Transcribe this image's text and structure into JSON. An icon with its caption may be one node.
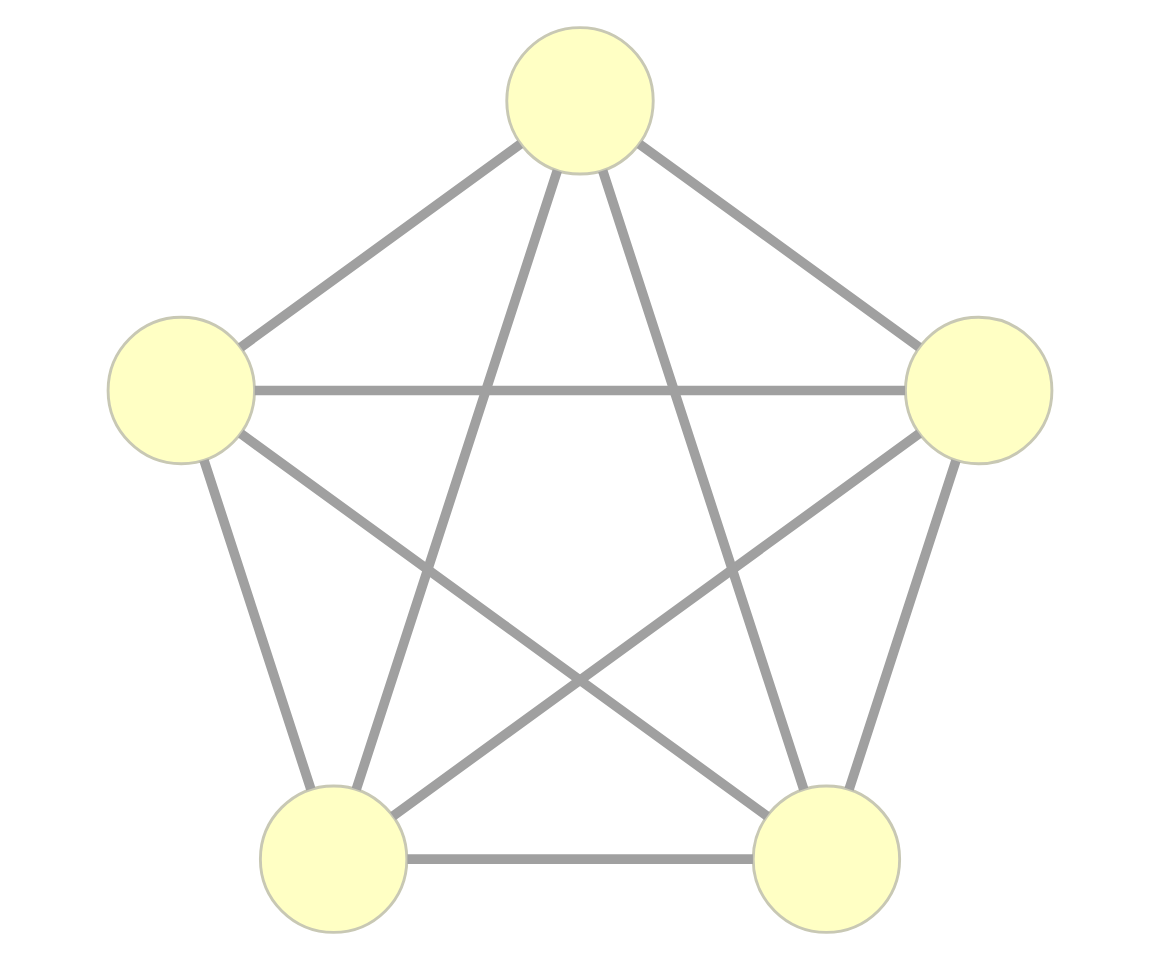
{
  "diagram": {
    "nodes": [
      {
        "text": [],
        "shape": "circle"
      },
      {
        "text": [],
        "shape": "circle"
      },
      {
        "text": [],
        "shape": "circle"
      },
      {
        "text": [],
        "shape": "circle"
      },
      {
        "text": [],
        "shape": "circle"
      }
    ],
    "edges": [
      {
        "from": 0,
        "to": 1,
        "arrow": "none"
      },
      {
        "from": 0,
        "to": 2,
        "arrow": "none"
      },
      {
        "from": 0,
        "to": 3,
        "arrow": "none"
      },
      {
        "from": 0,
        "to": 4,
        "arrow": "none"
      },
      {
        "from": 1,
        "to": 2,
        "arrow": "none"
      },
      {
        "from": 1,
        "to": 3,
        "arrow": "none"
      },
      {
        "from": 1,
        "to": 4,
        "arrow": "none"
      },
      {
        "from": 2,
        "to": 3,
        "arrow": "none"
      },
      {
        "from": 2,
        "to": 4,
        "arrow": "none"
      },
      {
        "from": 3,
        "to": 4,
        "arrow": "none"
      }
    ]
  }
}
